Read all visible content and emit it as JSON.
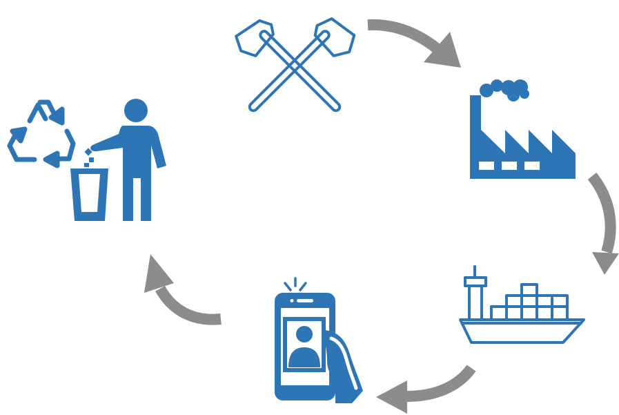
{
  "diagram": {
    "type": "lifecycle-cycle",
    "colors": {
      "icon_blue": "#2E75B6",
      "arrow_gray": "#8C8C8C",
      "background": "#FFFFFF"
    },
    "stages": [
      {
        "id": "mining",
        "icon": "crossed-hammers-icon"
      },
      {
        "id": "manufacturing",
        "icon": "factory-icon"
      },
      {
        "id": "shipping",
        "icon": "cargo-ship-icon"
      },
      {
        "id": "consumer-use",
        "icon": "smartphone-in-hand-icon"
      },
      {
        "id": "disposal-recycling",
        "icon": "person-trash-recycle-icon"
      }
    ],
    "arrows": [
      {
        "from": "mining",
        "to": "manufacturing",
        "icon": "curved-arrow-icon"
      },
      {
        "from": "manufacturing",
        "to": "shipping",
        "icon": "curved-arrow-icon"
      },
      {
        "from": "shipping",
        "to": "consumer-use",
        "icon": "curved-arrow-icon"
      },
      {
        "from": "consumer-use",
        "to": "disposal-recycling",
        "icon": "curved-arrow-icon"
      }
    ]
  }
}
